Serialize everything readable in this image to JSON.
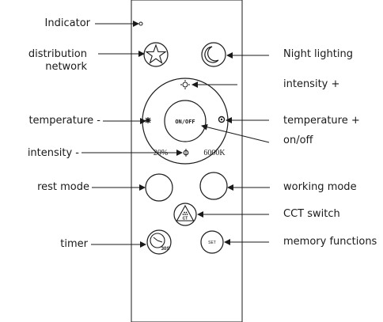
{
  "labels": {
    "indicator": "Indicator",
    "distribution": "distribution\nnetwork",
    "temperature_minus": "temperature -",
    "intensity_minus": "intensity -",
    "rest_mode": "rest mode",
    "timer": "timer",
    "night_lighting": "Night lighting",
    "intensity_plus": "intensity +",
    "temperature_plus": "temperature +",
    "on_off": "on/off",
    "working_mode": "working mode",
    "cct_switch": "CCT switch",
    "memory_functions": "memory functions"
  },
  "remote": {
    "on_off_text": "ON/OFF",
    "cct_low": "20%",
    "cct_high": "6000K",
    "timer_text": "30S",
    "set_text": "SET",
    "cct_icon_text": "CT"
  },
  "colors": {
    "line": "#1a1a1a",
    "text": "#1a1a1a"
  }
}
